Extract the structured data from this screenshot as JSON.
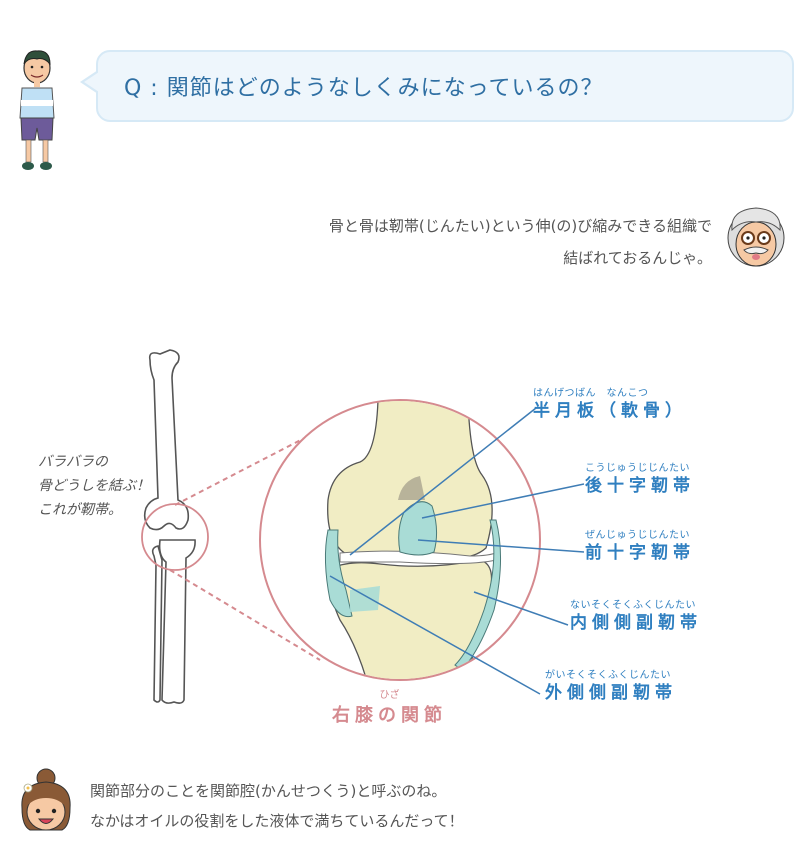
{
  "question": {
    "text": "Q : 関節はどのようなしくみになっているの？",
    "bubble_color": "#eef6fc",
    "text_color": "#2f6fa3"
  },
  "grandpa": {
    "line1": "骨と骨は靭帯(じんたい)という伸(の)び縮みできる組織で",
    "line2": "結ばれておるんじゃ。"
  },
  "bone_note": {
    "line1": "バラバラの",
    "line2": "骨どうしを結ぶ！",
    "line3": "これが靭帯。"
  },
  "diagram": {
    "caption_ruby": "ひざ",
    "caption": "右膝の関節",
    "labels": [
      {
        "ruby": "はんげつばん　なんこつ",
        "text": "半月板（軟骨）"
      },
      {
        "ruby": "こうじゅうじじんたい",
        "text": "後十字靭帯"
      },
      {
        "ruby": "ぜんじゅうじじんたい",
        "text": "前十字靭帯"
      },
      {
        "ruby": "ないそくそくふくじんたい",
        "text": "内側側副靭帯"
      },
      {
        "ruby": "がいそくそくふくじんたい",
        "text": "外側側副靭帯"
      }
    ],
    "colors": {
      "bone": "#f1edc4",
      "ligament": "#a9dcd6",
      "circle": "#d58a8f",
      "label": "#2f7fc0",
      "leader": "#3f7db5"
    }
  },
  "girl": {
    "line1": "関節部分のことを関節腔(かんせつくう)と呼ぶのね。",
    "line2": "なかはオイルの役割をした液体で満ちているんだって！"
  }
}
